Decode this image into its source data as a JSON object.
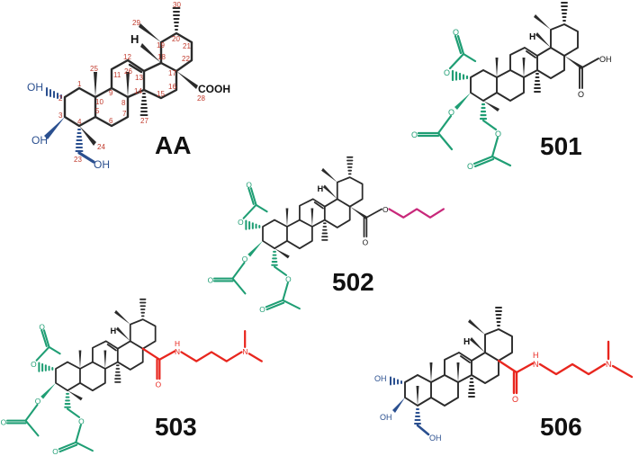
{
  "figure": {
    "compounds": [
      {
        "id": "AA",
        "label": "AA",
        "substituents": {
          "c2": "OH",
          "c3": "OH",
          "c23": "OH",
          "c28": "COOH",
          "h18": "H"
        },
        "atom_numbers": [
          "1",
          "2",
          "3",
          "4",
          "5",
          "6",
          "7",
          "8",
          "9",
          "10",
          "11",
          "12",
          "13",
          "14",
          "15",
          "16",
          "17",
          "18",
          "19",
          "20",
          "21",
          "22",
          "23",
          "24",
          "25",
          "26",
          "27",
          "28",
          "29",
          "30"
        ],
        "colors": {
          "hydroxyl": "#2a4f8f",
          "skeleton": "#2b2b2b",
          "numbering": "#c0392b"
        }
      },
      {
        "id": "501",
        "label": "501",
        "substituents": {
          "acetyl_o": "O",
          "carboxyl_oh": "OH",
          "carboxyl_o": "O",
          "h18": "H"
        },
        "colors": {
          "acetyl": "#1f9e74",
          "skeleton": "#2b2b2b"
        }
      },
      {
        "id": "502",
        "label": "502",
        "substituents": {
          "acetyl_o": "O",
          "ester_o": "O",
          "carbonyl_o": "O",
          "h18": "H"
        },
        "colors": {
          "acetyl": "#1f9e74",
          "butyl_chain": "#c8287a",
          "skeleton": "#2b2b2b"
        }
      },
      {
        "id": "503",
        "label": "503",
        "substituents": {
          "acetyl_o": "O",
          "amide_nh": "H",
          "amide_n": "N",
          "amine_n": "N",
          "carbonyl_o": "O",
          "h18": "H"
        },
        "colors": {
          "acetyl": "#1f9e74",
          "amide_chain": "#e8261e",
          "skeleton": "#2b2b2b"
        }
      },
      {
        "id": "506",
        "label": "506",
        "substituents": {
          "c2": "OH",
          "c3": "OH",
          "c23": "OH",
          "amide_nh": "H",
          "amide_n": "N",
          "amine_n": "N",
          "carbonyl_o": "O",
          "h18": "H"
        },
        "colors": {
          "hydroxyl": "#2a4f8f",
          "amide_chain": "#e8261e",
          "skeleton": "#2b2b2b"
        }
      }
    ]
  }
}
